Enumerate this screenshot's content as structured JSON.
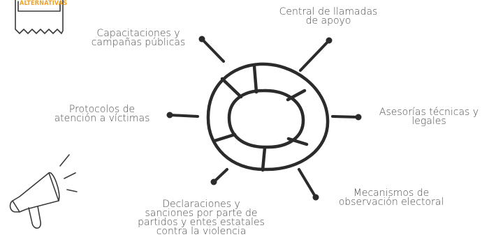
{
  "tag": {
    "text": "ALTERNATIVAS",
    "color": "#f0a020"
  },
  "center_icon": "lifebuoy-icon",
  "corner_icon": "megaphone-icon",
  "line_color": "#2b2b2b",
  "text_color": "#4d4d4d",
  "items": [
    {
      "id": "central",
      "lines": [
        "Central de llamadas",
        "de apoyo"
      ]
    },
    {
      "id": "capacitaciones",
      "lines": [
        "Capacitaciones y",
        "campañas públicas"
      ]
    },
    {
      "id": "protocolos",
      "lines": [
        "Protocolos de",
        "atención a víctimas"
      ]
    },
    {
      "id": "asesorias",
      "lines": [
        "Asesorías técnicas y",
        "legales"
      ]
    },
    {
      "id": "declaraciones",
      "lines": [
        "Declaraciones y",
        "sanciones por parte de",
        "partidos y entes estatales",
        "contra la violencia"
      ]
    },
    {
      "id": "mecanismos",
      "lines": [
        "Mecanismos de",
        "observación electoral"
      ]
    }
  ]
}
